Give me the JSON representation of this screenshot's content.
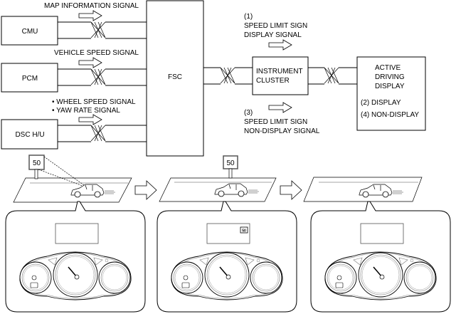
{
  "blocks": {
    "cmu": "CMU",
    "pcm": "PCM",
    "dsc": "DSC H/U",
    "fsc": "FSC",
    "cluster": [
      "INSTRUMENT",
      "CLUSTER"
    ],
    "add": [
      "ACTIVE",
      "DRIVING",
      "DISPLAY"
    ],
    "add_states": [
      "(2) DISPLAY",
      "(4) NON-DISPLAY"
    ]
  },
  "signals": {
    "map": "MAP INFORMATION SIGNAL",
    "vehicle": "VEHICLE SPEED SIGNAL",
    "wheel": "• WHEEL SPEED SIGNAL",
    "yaw": "• YAW RATE SIGNAL",
    "display_num": "(1)",
    "display": [
      "SPEED LIMIT SIGN",
      "DISPLAY SIGNAL"
    ],
    "nondisplay_num": "(3)",
    "nondisplay": [
      "SPEED LIMIT SIGN",
      "NON-DISPLAY SIGNAL"
    ]
  },
  "scenes": [
    {
      "sign": "50",
      "sign_detected": true,
      "cluster_sign": ""
    },
    {
      "sign": "50",
      "sign_detected": false,
      "cluster_sign": "50"
    },
    {
      "sign": "",
      "sign_detected": false,
      "cluster_sign": ""
    }
  ]
}
